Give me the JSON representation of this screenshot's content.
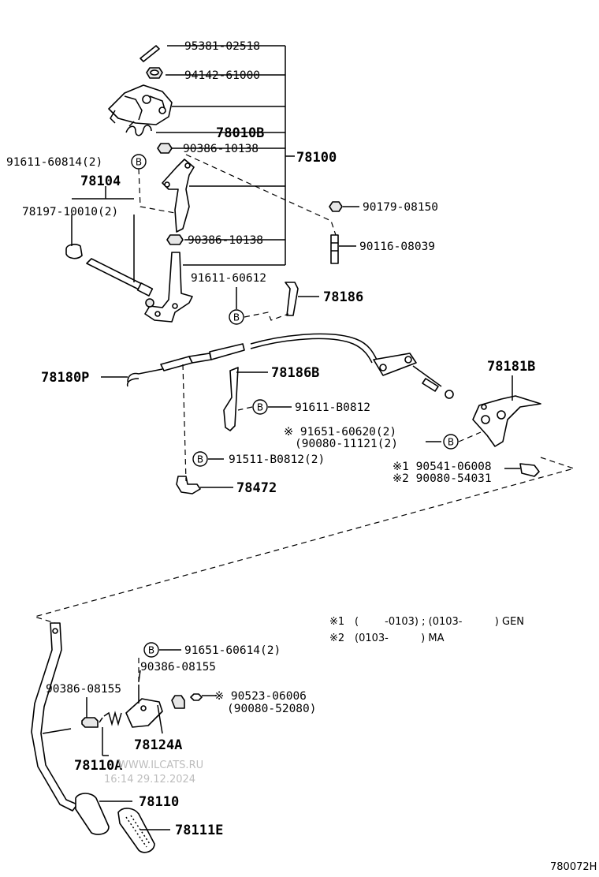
{
  "labels": {
    "p95381": "95381-02518",
    "p94142": "94142-61000",
    "p78010B": "78010B",
    "p90386a": "90386-10138",
    "p91611a": "91611-60814(2)",
    "p78100": "78100",
    "p78104": "78104",
    "p78197": "78197-10010(2)",
    "p90179": "90179-08150",
    "p90386b": "90386-10138",
    "p90116": "90116-08039",
    "p91611b": "91611-60612",
    "p78186": "78186",
    "p78180P": "78180P",
    "p78186B": "78186B",
    "p78181B": "78181B",
    "p91611c": "91611-B0812",
    "p91651a": "※ 91651-60620(2)",
    "p90080a": "(90080-11121(2)",
    "p90541": "※1 90541-06008",
    "p290080": "※2 90080-54031",
    "p91511": "91511-B0812(2)",
    "p78472": "78472",
    "p91651b": "91651-60614(2)",
    "p90386c": "90386-08155",
    "p90386d": "90386-08155",
    "p90523": "※ 90523-06006",
    "p90080b": "(90080-52080)",
    "p78124A": "78124A",
    "p78110A": "78110A",
    "p78110": "78110",
    "p78111E": "78111E"
  },
  "callout_letter": "B",
  "notes": {
    "n1_mark": "※1",
    "n1_text": "(        -0103) ; (0103-          ) GEN",
    "n2_mark": "※2",
    "n2_text": "(0103-          ) MA"
  },
  "watermark": {
    "line1": "WWW.ILCATS.RU",
    "line2": "16:14 29.12.2024"
  },
  "figure_code": "780072H"
}
